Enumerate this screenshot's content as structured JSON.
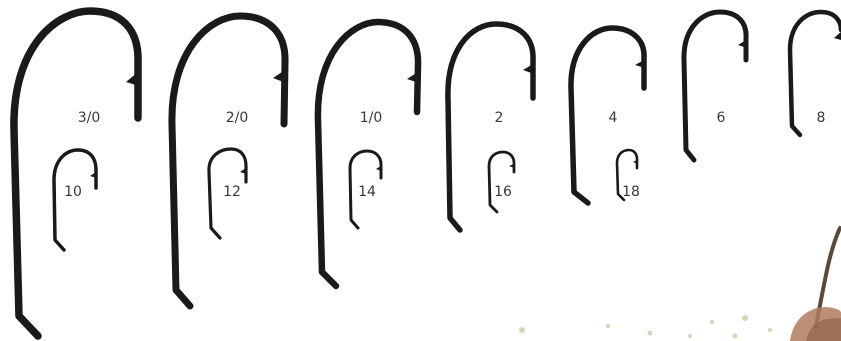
{
  "hook_chart": {
    "hook_color": "#1a1a1a",
    "label_color": "#3a3a3a",
    "hooks": [
      {
        "size": "3/0"
      },
      {
        "size": "2/0"
      },
      {
        "size": "1/0"
      },
      {
        "size": "2"
      },
      {
        "size": "4"
      },
      {
        "size": "6"
      },
      {
        "size": "8"
      },
      {
        "size": "10"
      },
      {
        "size": "12"
      },
      {
        "size": "14"
      },
      {
        "size": "16"
      },
      {
        "size": "18"
      }
    ]
  },
  "background_photo": {
    "subject": "angler-hand-holding-fishing-rod",
    "skin_color": "#b07a5e",
    "rod_color": "#5a4a3a",
    "foliage_color": "#9bbf7a"
  }
}
